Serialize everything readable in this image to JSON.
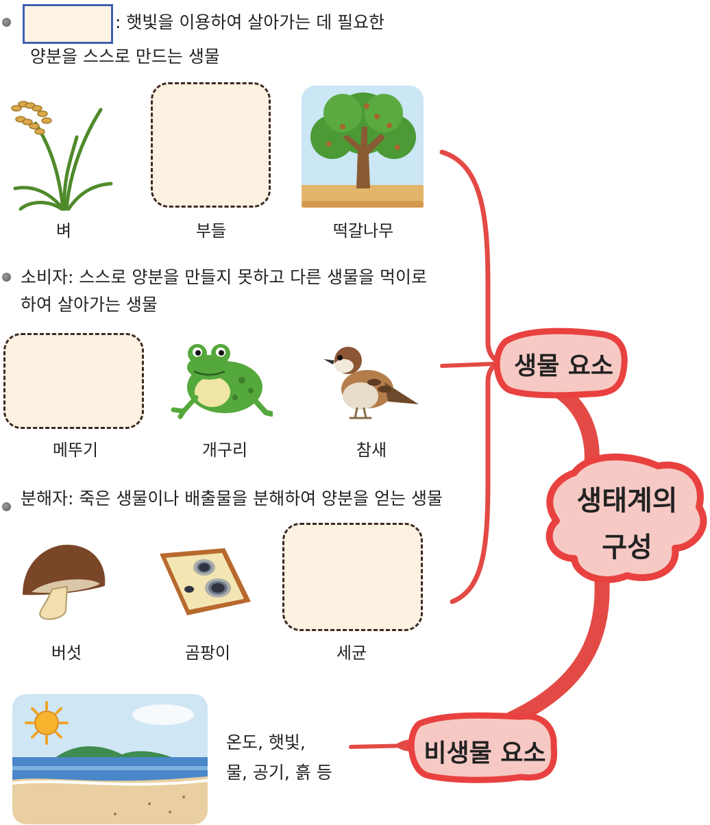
{
  "producer": {
    "definition_line1": ": 햇빛을 이용하여 살아가는 데 필요한",
    "definition_line2": "양분을 스스로 만드는 생물",
    "examples": [
      {
        "label": "벼",
        "icon": "rice-plant-icon"
      },
      {
        "label": "부들",
        "icon": "blank"
      },
      {
        "label": "떡갈나무",
        "icon": "oak-tree-icon"
      }
    ]
  },
  "consumer": {
    "definition_line1": "소비자: 스스로 양분을 만들지 못하고 다른 생물을 먹이로",
    "definition_line2": "하여 살아가는 생물",
    "examples": [
      {
        "label": "메뚜기",
        "icon": "blank"
      },
      {
        "label": "개구리",
        "icon": "frog-icon"
      },
      {
        "label": "참새",
        "icon": "sparrow-icon"
      }
    ]
  },
  "decomposer": {
    "definition": "분해자: 죽은 생물이나 배출물을  분해하여 양분을 얻는 생물",
    "examples": [
      {
        "label": "버섯",
        "icon": "mushroom-icon"
      },
      {
        "label": "곰팡이",
        "icon": "moldy-bread-icon"
      },
      {
        "label": "세균",
        "icon": "blank"
      }
    ]
  },
  "abiotic": {
    "line1": "온도, 햇빛,",
    "line2": "물, 공기, 흙 등",
    "icon": "beach-landscape-icon"
  },
  "nodes": {
    "biotic": "생물 요소",
    "center_line1": "생태계의",
    "center_line2": "구성",
    "abiotic": "비생물 요소"
  },
  "colors": {
    "node_fill": "#f6c9c4",
    "node_border": "#e8413f",
    "branch": "#e34a45",
    "blank_fill": "#fdf1e2",
    "blank_border_solid": "#3f5fb0",
    "blank_border_dashed": "#3a2a22"
  }
}
